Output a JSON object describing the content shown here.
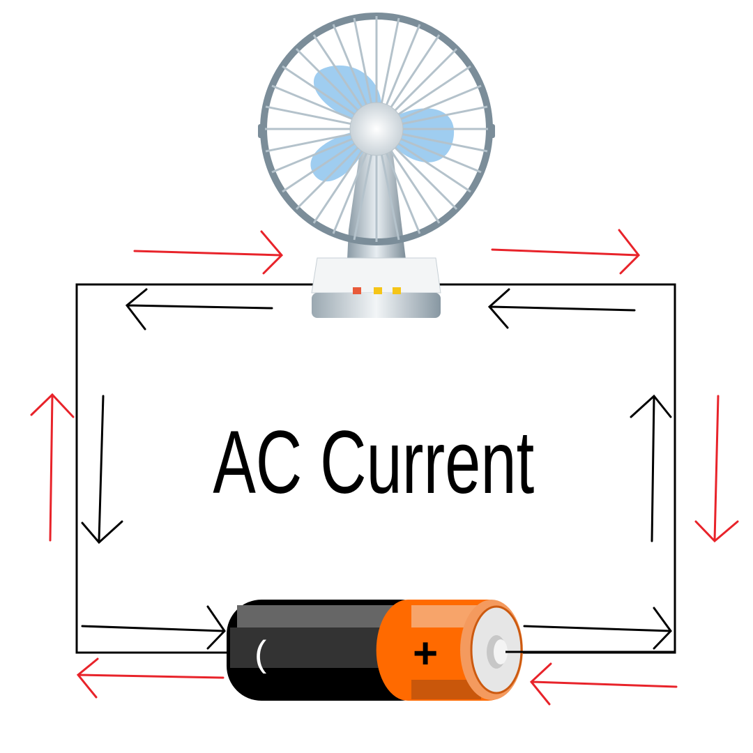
{
  "title": "AC Current",
  "components": {
    "load": {
      "name": "fan-icon"
    },
    "source": {
      "name": "battery-icon",
      "negative_label": "(",
      "positive_label": "+"
    }
  },
  "colors": {
    "wire": "#000000",
    "arrow_red": "#e8232a",
    "arrow_black": "#000000",
    "battery_body": "#333333",
    "battery_cap": "#ff6a00",
    "fan_blade": "#9fcdf0",
    "fan_grill": "#7b8d99"
  },
  "arrows": {
    "black": "clockwise-reversed: top leftward, left down, bottom rightward, right up",
    "red": "opposite direction: top rightward, right down, bottom leftward, left up"
  }
}
